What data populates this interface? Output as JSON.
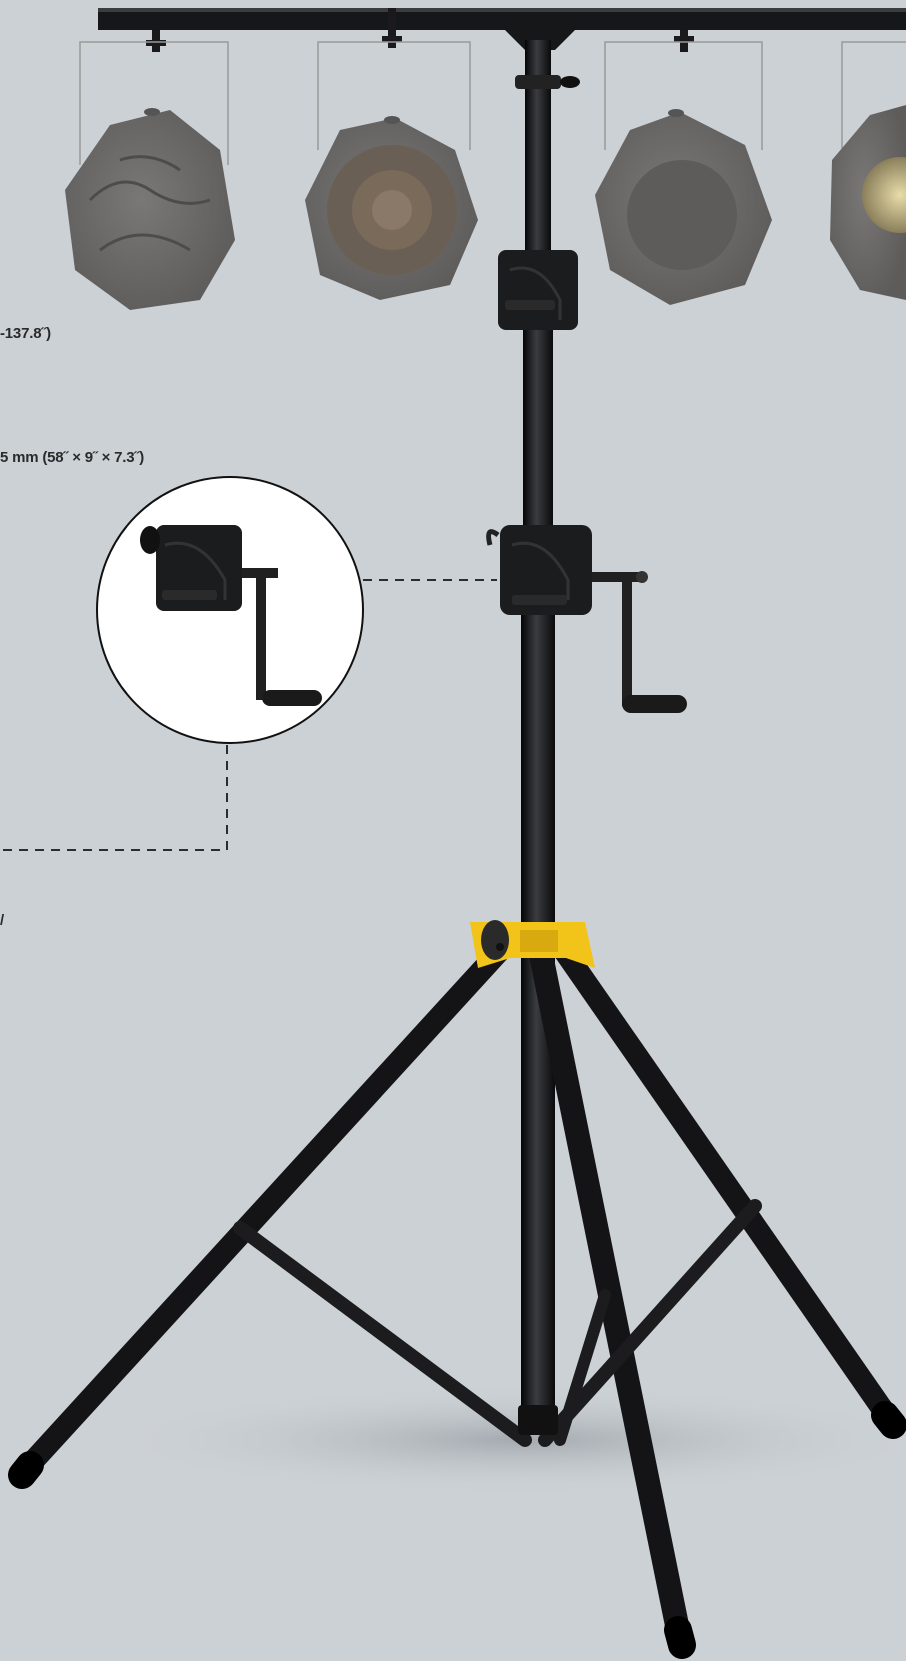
{
  "captions": {
    "height_range": "-137.8˝)",
    "packed_size": "5 mm (58˝ × 9˝ × 7.3˝)",
    "fragment": "/"
  },
  "colors": {
    "background": "#ccd1d5",
    "stand_black": "#151618",
    "yoke_yellow": "#f2c318",
    "par_can_body": "#6f6d6b",
    "detail_circle_fill": "#ffffff",
    "leader_line": "#2c2c2c"
  },
  "callout": {
    "shape": "circle",
    "style": "dashed-leader"
  }
}
